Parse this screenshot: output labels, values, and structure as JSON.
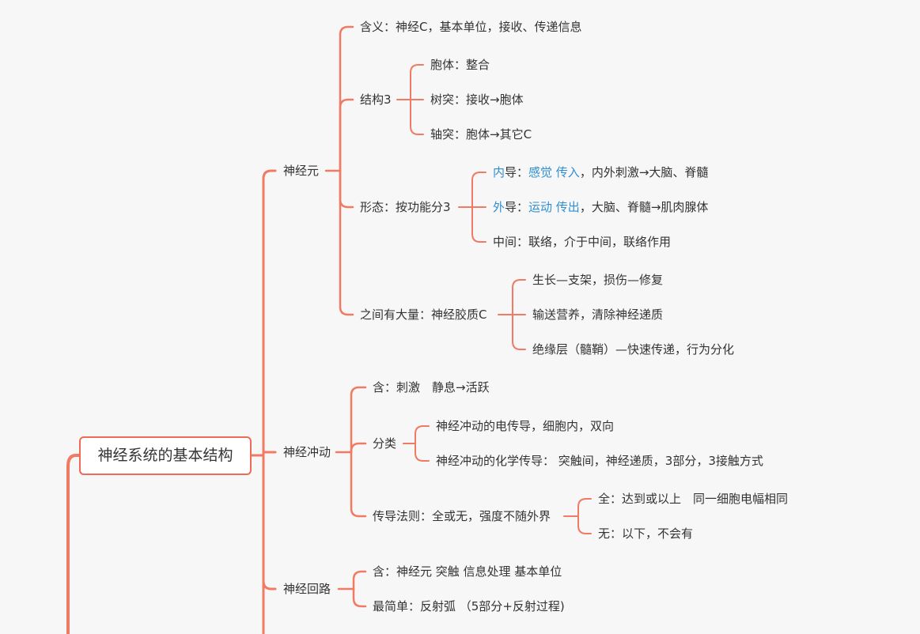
{
  "root": "神经系统的基本结构",
  "neuron": {
    "label": "神经元",
    "meaning": "含义：神经C，基本单位，接收、传递信息",
    "structure": {
      "label": "结构3",
      "items": [
        "胞体：整合",
        "树突：接收→胞体",
        "轴突：胞体→其它C"
      ]
    },
    "morphology": {
      "label": "形态：按功能分3",
      "inner": {
        "a": "内",
        "b": "导：",
        "c": "感觉 传入",
        "d": "，内外刺激→大脑、脊髓"
      },
      "outer": {
        "a": "外",
        "b": "导：",
        "c": "运动 传出",
        "d": "，大脑、脊髓→肌肉腺体"
      },
      "middle": "中间：联络，介于中间，联络作用"
    },
    "glia": {
      "label": "之间有大量：神经胶质C",
      "items": [
        "生长—支架，损伤—修复",
        "输送营养，清除神经递质",
        "绝缘层（髓鞘）—快速传递，行为分化"
      ]
    }
  },
  "impulse": {
    "label": "神经冲动",
    "meaning": "含：刺激　静息→活跃",
    "classification": {
      "label": "分类",
      "items": [
        "神经冲动的电传导，细胞内，双向",
        "神经冲动的化学传导： 突触间，神经递质，3部分，3接触方式"
      ]
    },
    "law": {
      "label": "传导法则：全或无，强度不随外界",
      "items": [
        "全：达到或以上　同一细胞电幅相同",
        "无：以下，不会有"
      ]
    }
  },
  "circuit": {
    "label": "神经回路",
    "items": [
      "含：神经元  突触   信息处理 基本单位",
      "最简单：反射弧 （5部分+反射过程)"
    ]
  },
  "colors": {
    "line": "#f07a63",
    "accent": "#2f8fd1",
    "background": "#f7f7f7"
  }
}
